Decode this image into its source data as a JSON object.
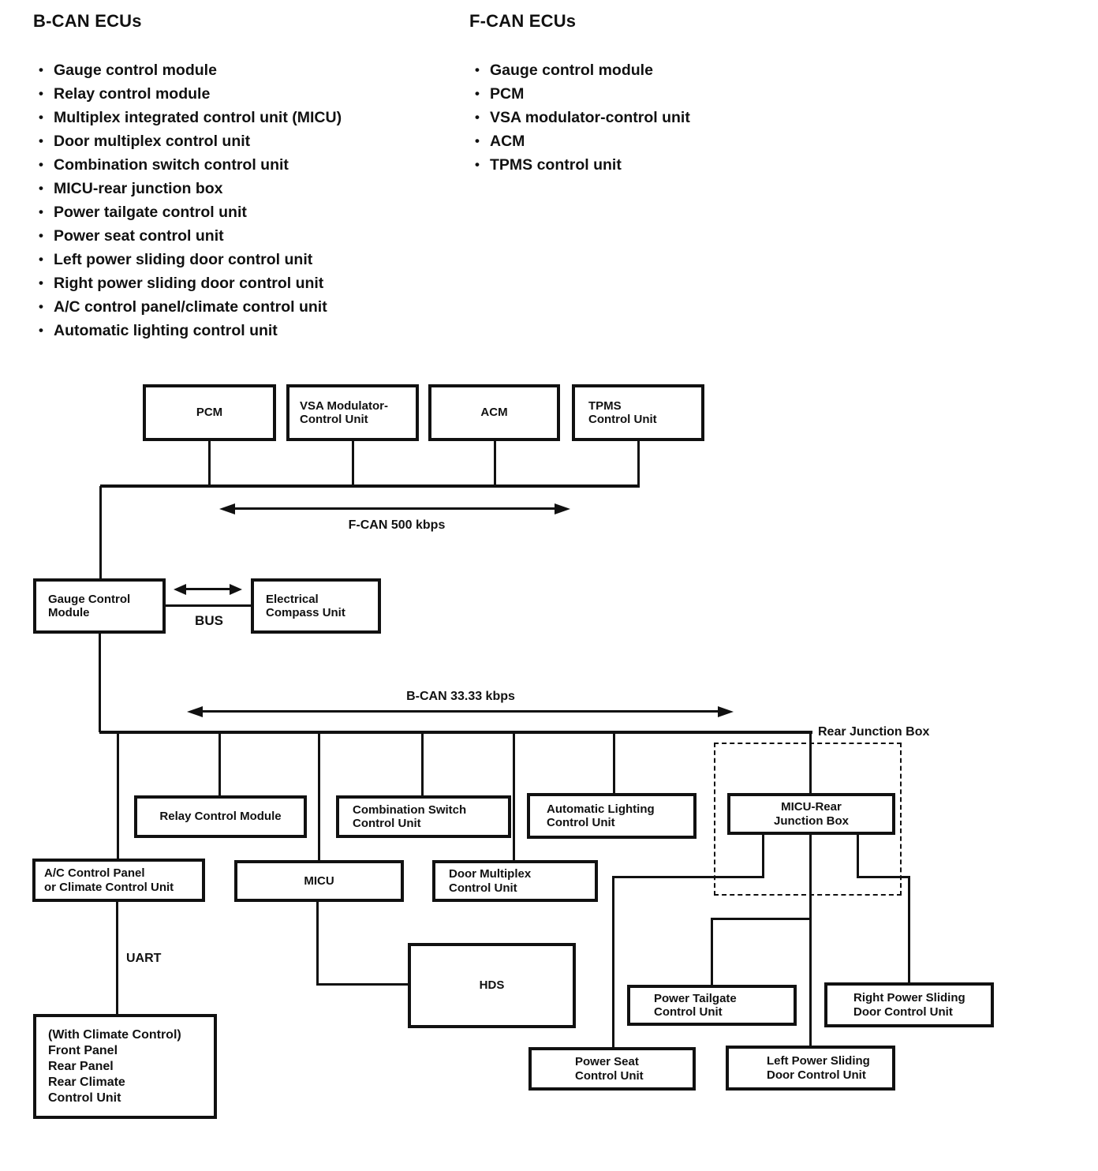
{
  "lists": {
    "bcan": {
      "heading": "B-CAN ECUs",
      "items": [
        "Gauge control module",
        "Relay control module",
        "Multiplex integrated control unit (MICU)",
        "Door multiplex control unit",
        "Combination switch control unit",
        "MICU-rear junction box",
        "Power tailgate control unit",
        "Power seat control unit",
        "Left power sliding door control unit",
        "Right power sliding door control unit",
        "A/C control panel/climate control unit",
        "Automatic lighting control unit"
      ]
    },
    "fcan": {
      "heading": "F-CAN ECUs",
      "items": [
        "Gauge control module",
        "PCM",
        "VSA modulator-control unit",
        "ACM",
        "TPMS control unit"
      ]
    }
  },
  "buses": {
    "fcan_label": "F-CAN 500 kbps",
    "bcan_label": "B-CAN 33.33 kbps",
    "gauge_compass_label": "BUS",
    "uart_label": "UART",
    "rear_junction_label": "Rear Junction Box"
  },
  "boxes": {
    "pcm": "PCM",
    "vsa": "VSA Modulator-\nControl Unit",
    "acm": "ACM",
    "tpms": "TPMS\nControl Unit",
    "gauge": "Gauge Control\nModule",
    "compass": "Electrical\nCompass Unit",
    "relay": "Relay Control Module",
    "comb_switch": "Combination Switch\nControl Unit",
    "auto_light": "Automatic Lighting\nControl Unit",
    "micu_rear": "MICU-Rear\nJunction Box",
    "ac_panel": "A/C Control Panel\nor Climate Control Unit",
    "micu": "MICU",
    "door_mux": "Door Multiplex\nControl Unit",
    "hds": "HDS",
    "power_tailgate": "Power Tailgate\nControl Unit",
    "right_psd": "Right Power Sliding\nDoor Control Unit",
    "left_psd": "Left Power Sliding\nDoor Control Unit",
    "power_seat": "Power Seat\nControl Unit",
    "climate": "(With Climate Control)\nFront Panel\nRear Panel\nRear Climate\nControl Unit"
  },
  "colors": {
    "ink": "#111111",
    "background": "#ffffff"
  }
}
